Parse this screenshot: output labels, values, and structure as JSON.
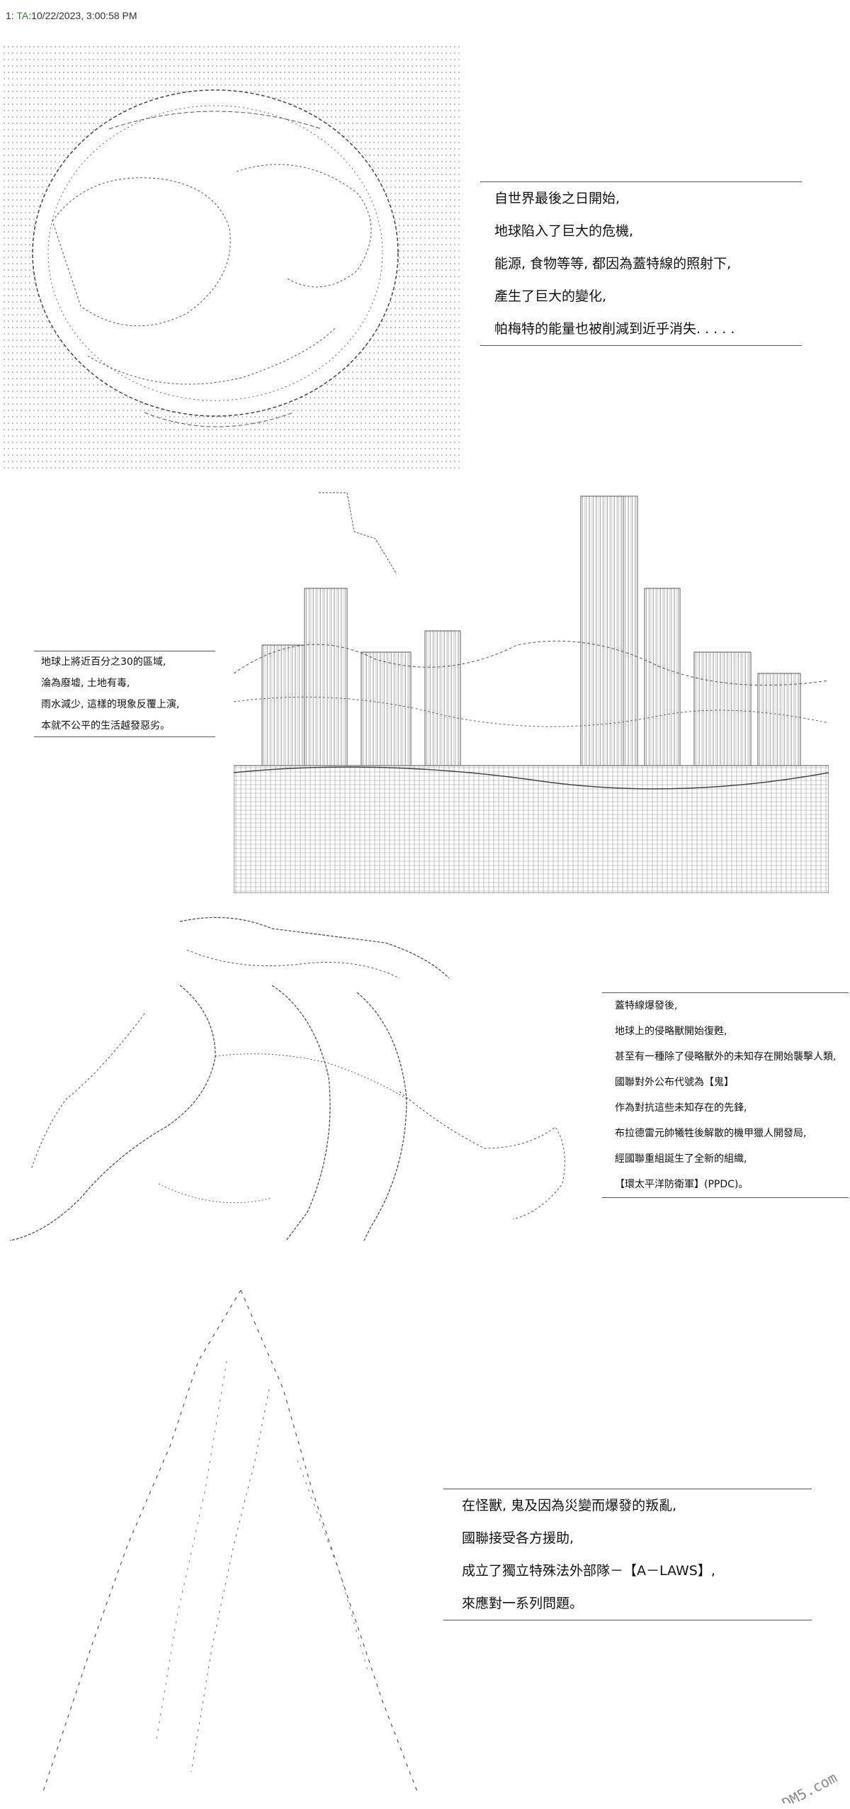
{
  "post_header": {
    "number": "1",
    "name": "TA",
    "timestamp": ":10/22/2023, 3:00:58 PM"
  },
  "captions": {
    "cap1": [
      "自世界最後之日開始,",
      "地球陷入了巨大的危機,",
      "能源, 食物等等, 都因為蓋特線的照射下,",
      "產生了巨大的變化,",
      "帕梅特的能量也被削減到近乎消失. . . . ."
    ],
    "cap2": [
      "地球上將近百分之30的區域,",
      "淪為廢墟, 土地有毒,",
      "雨水減少, 這樣的現象反覆上演,",
      "本就不公平的生活越發惡劣。"
    ],
    "cap3": [
      "蓋特線爆發後,",
      "地球上的侵略獸開始復甦,",
      "甚至有一種除了侵略獸外的未知存在開始襲擊人類,",
      "國聯對外公布代號為【鬼】",
      "作為對抗這些未知存在的先鋒,",
      "布拉德雷元帥犧牲後解散的機甲獵人開發局,",
      "經國聯重組誕生了全新的組織,",
      "【環太平洋防衛軍】(PPDC)。"
    ],
    "cap4": [
      "在怪獸, 鬼及因為災變而爆發的叛亂,",
      "國聯接受各方援助,",
      "成立了獨立特殊法外部隊－【A－LAWS】,",
      "來應對一系列問題。"
    ]
  },
  "watermark": {
    "text": "DM5.com"
  },
  "colors": {
    "name_green": "#2a8a2a",
    "ink": "#111111",
    "rule": "#555555"
  }
}
